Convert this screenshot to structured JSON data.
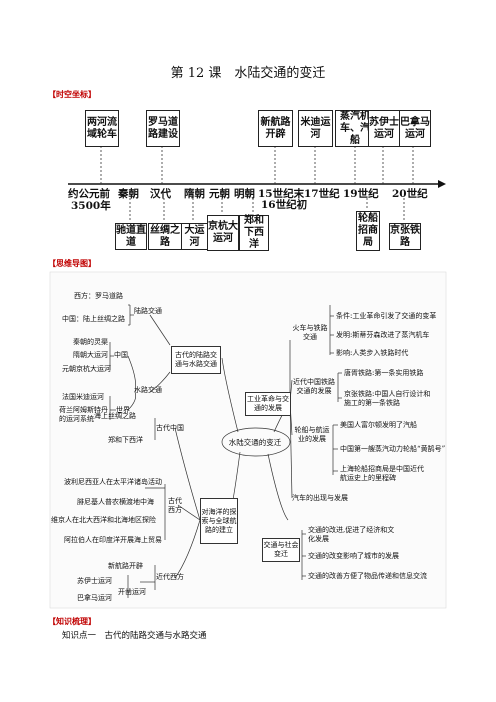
{
  "title": "第 12 课　水陆交通的变迁",
  "sections": {
    "timeline": "【时空坐标】",
    "mindmap": "【思维导图】",
    "knowledge": "【知识梳理】"
  },
  "point1": "知识点一　古代的陆路交通与水路交通",
  "timeline": {
    "top_boxes": [
      "两河流域轮车",
      "罗马道路建设",
      "新航路开辟",
      "米迪运河",
      "蒸汽机车、汽船",
      "苏伊士运河",
      "巴拿马运河"
    ],
    "eras": [
      "约公元前",
      "3500年",
      "秦朝",
      "汉代",
      "隋朝",
      "元朝",
      "明朝",
      "15世纪末",
      "16世纪初",
      "17世纪",
      "19世纪",
      "20世纪"
    ],
    "bottom_boxes": [
      "驰道直道",
      "丝绸之路",
      "大运河",
      "京杭大运河",
      "郑和下西洋",
      "轮船招商局",
      "京张铁路"
    ]
  },
  "mindmap": {
    "center": "水陆交通的变迁",
    "ancient": "古代的陆路交通与水路交通",
    "land": "陆路交通",
    "water": "水路交通",
    "west_roads": "西方：罗马道路",
    "china_silk": "中国：陆上丝绸之路",
    "china": "中国",
    "world": "世界",
    "qin_canal": "秦朝的灵渠",
    "sui_canal": "隋朝大运河",
    "yuan_canal": "元朝京杭大运河",
    "france_canal": "法国米迪运河",
    "dutch_canal": "荷兰阿姆斯特丹的运河系统",
    "industrial": "工业革命与交通的发展",
    "railway": "火车与铁路交通",
    "rail_1": "条件:工业革命引发了交通的变革",
    "rail_2": "发明:斯蒂芬森改进了蒸汽机车",
    "rail_3": "影响:人类步入铁路时代",
    "cn_rail": "近代中国铁路交通的发展",
    "cn_rail_1": "唐胥铁路:第一条实用铁路",
    "cn_rail_2": "京张铁路:中国人自行设计和施工的第一条铁路",
    "ship": "轮船与航运业的发展",
    "ship_1": "美国人富尔顿发明了汽船",
    "ship_2": "中国第一艘蒸汽动力轮船“黄鹄号”",
    "ship_3": "上海轮船招商局是中国近代航运史上的里程碑",
    "car": "汽车的出现与发展",
    "ocean": "对海洋的探索与全球航路的建立",
    "anc_cn": "古代中国",
    "maritime_silk": "海上丝绸之路",
    "zhenghe": "郑和下西洋",
    "anc_west": "古代西方",
    "phoenicia": "波利尼西亚人在太平洋诸岛活动",
    "mediterranean": "腓尼基人普农横渡地中海",
    "viking": "维京人在北大西洋和北海地区探险",
    "arab": "阿拉伯人在印度洋开展海上贸易",
    "modern_west": "近代西方",
    "new_route": "新航路开辟",
    "canals": "开凿运河",
    "suez": "苏伊士运河",
    "panama": "巴拿马运河",
    "society": "交通与社会变迁",
    "soc_1": "交通的改进,促进了经济和文化发展",
    "soc_2": "交通的改变影响了城市的发展",
    "soc_3": "交通的改善方便了物品传递和信息交流"
  }
}
